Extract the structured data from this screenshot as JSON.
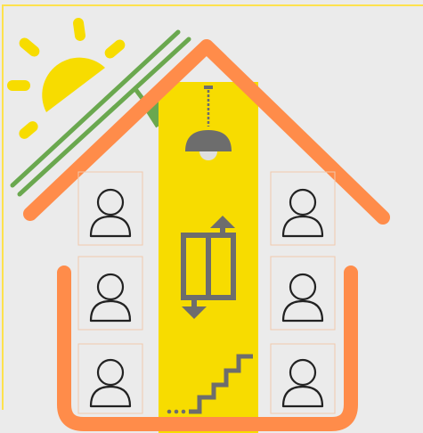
{
  "diagram": {
    "colors": {
      "page_background": "#ebebeb",
      "frame_border": "#ffe24d",
      "roof_and_walls": "#ff8c4a",
      "shaft": "#f7dc00",
      "sun": "#f7dc00",
      "solar_panel": "#6aa84f",
      "plug": "#6aa84f",
      "lamp": "#6d6d6d",
      "lamp_bulb": "#e0e0e0",
      "elevator": "#6d6d6d",
      "stairs": "#6d6d6d",
      "room_border": "#f0c8ac",
      "person_outline": "#222222"
    },
    "icons": [
      "sun-icon",
      "solar-panel-icon",
      "plug-icon",
      "ceiling-lamp-icon",
      "elevator-icon",
      "stairs-icon",
      "person-icon"
    ],
    "rooms": [
      {
        "side": "left",
        "floor": 3,
        "occupant_icon": "person-icon"
      },
      {
        "side": "left",
        "floor": 2,
        "occupant_icon": "person-icon"
      },
      {
        "side": "left",
        "floor": 1,
        "occupant_icon": "person-icon"
      },
      {
        "side": "right",
        "floor": 3,
        "occupant_icon": "person-icon"
      },
      {
        "side": "right",
        "floor": 2,
        "occupant_icon": "person-icon"
      },
      {
        "side": "right",
        "floor": 1,
        "occupant_icon": "person-icon"
      }
    ]
  }
}
